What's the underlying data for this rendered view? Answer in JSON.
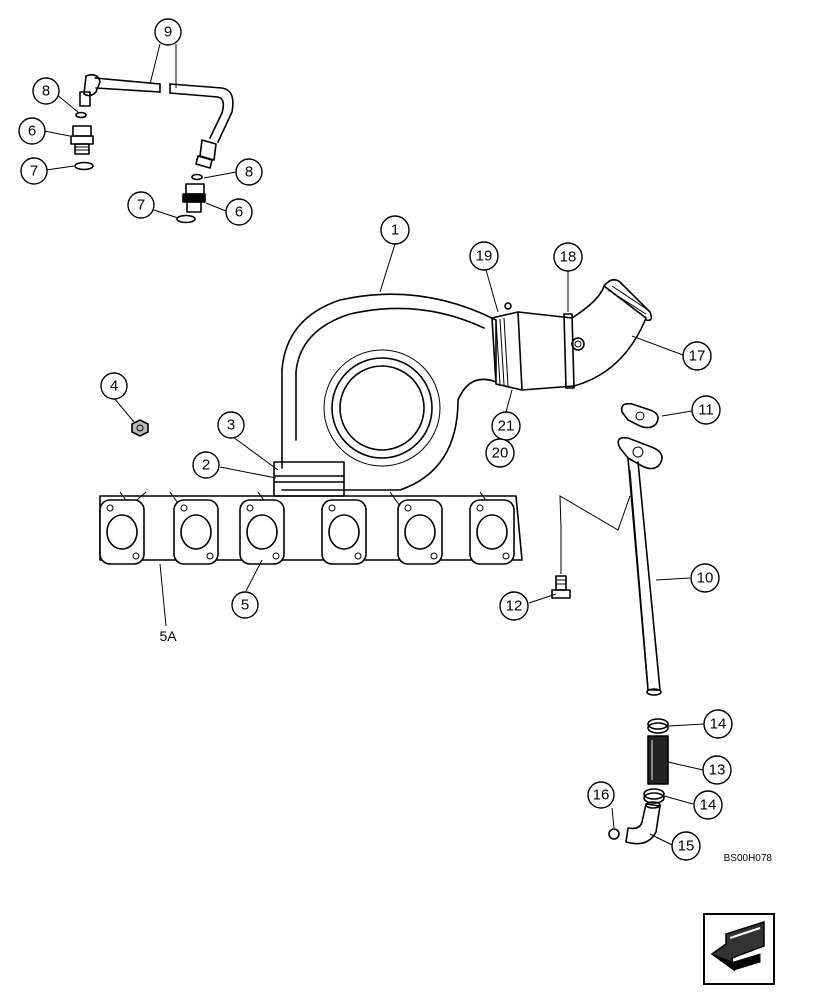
{
  "diagram": {
    "callouts": [
      {
        "id": "c9",
        "label": "9"
      },
      {
        "id": "c8a",
        "label": "8"
      },
      {
        "id": "c6a",
        "label": "6"
      },
      {
        "id": "c7a",
        "label": "7"
      },
      {
        "id": "c8b",
        "label": "8"
      },
      {
        "id": "c7b",
        "label": "7"
      },
      {
        "id": "c6b",
        "label": "6"
      },
      {
        "id": "c1",
        "label": "1"
      },
      {
        "id": "c19",
        "label": "19"
      },
      {
        "id": "c18",
        "label": "18"
      },
      {
        "id": "c17",
        "label": "17"
      },
      {
        "id": "c4",
        "label": "4"
      },
      {
        "id": "c3",
        "label": "3"
      },
      {
        "id": "c2",
        "label": "2"
      },
      {
        "id": "c11",
        "label": "11"
      },
      {
        "id": "c21",
        "label": "21"
      },
      {
        "id": "c20",
        "label": "20"
      },
      {
        "id": "c10",
        "label": "10"
      },
      {
        "id": "c12",
        "label": "12"
      },
      {
        "id": "c5",
        "label": "5"
      },
      {
        "id": "c14a",
        "label": "14"
      },
      {
        "id": "c13",
        "label": "13"
      },
      {
        "id": "c14b",
        "label": "14"
      },
      {
        "id": "c16",
        "label": "16"
      },
      {
        "id": "c15",
        "label": "15"
      }
    ],
    "text_label_5a": "5A",
    "figure_code": "BS00H078"
  }
}
